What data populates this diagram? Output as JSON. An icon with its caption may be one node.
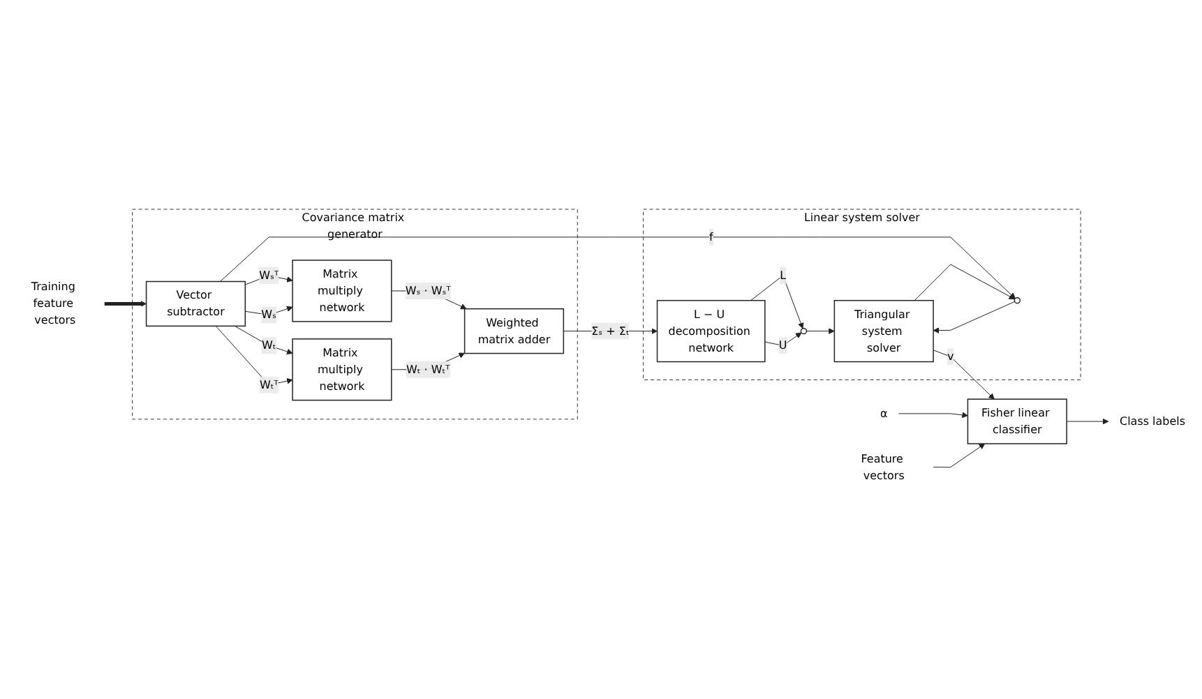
{
  "diagram": {
    "nodes": [
      {
        "text": [
          "Covariance matrix generator"
        ]
      },
      {
        "text": [
          "Training feature vectors"
        ]
      },
      {
        "text": [
          "Vector subtractor"
        ],
        "in": 0
      },
      {
        "text": [
          "Matrix multiply network"
        ],
        "in": 0
      },
      {
        "text": [
          "Matrix multiply network"
        ],
        "in": 0
      },
      {
        "text": [
          "Weighted matrix adder"
        ],
        "in": 0
      },
      {
        "text": [
          "Linear system solver"
        ]
      },
      {
        "text": [
          "L − U decomposition network"
        ],
        "in": 6
      },
      {
        "text": [],
        "shape": "circle",
        "in": 6
      },
      {
        "text": [],
        "shape": "circle",
        "in": 6
      },
      {
        "text": [
          "Triangular system solver"
        ],
        "in": 6
      },
      {
        "text": [
          "α"
        ]
      },
      {
        "text": [
          "Feature vectors"
        ]
      },
      {
        "text": [
          "Fisher linear classifier"
        ]
      },
      {
        "text": [
          "Class labels"
        ]
      }
    ],
    "edges": [
      {
        "from": 1,
        "to": 2,
        "arrow": "to",
        "style": "thick"
      },
      {
        "from": 2,
        "to": 3,
        "arrow": "to",
        "label": "Wₛᵀ"
      },
      {
        "from": 2,
        "to": 3,
        "arrow": "to",
        "label": "Wₛ"
      },
      {
        "from": 2,
        "to": 4,
        "arrow": "to",
        "label": "Wₜ"
      },
      {
        "from": 2,
        "to": 4,
        "arrow": "to",
        "label": "Wₜᵀ"
      },
      {
        "from": 3,
        "to": 5,
        "arrow": "to",
        "label": "Wₛ · Wₛᵀ"
      },
      {
        "from": 4,
        "to": 5,
        "arrow": "to",
        "label": "Wₜ · Wₜᵀ"
      },
      {
        "from": 5,
        "to": 7,
        "arrow": "to",
        "label": "Σₛ + Σₜ"
      },
      {
        "from": 7,
        "to": 8,
        "arrow": "to",
        "label": "L"
      },
      {
        "from": 7,
        "to": 8,
        "arrow": "to",
        "label": "U"
      },
      {
        "from": 8,
        "to": 10,
        "arrow": "to"
      },
      {
        "from": 2,
        "to": 9,
        "arrow": "to",
        "label": "f"
      },
      {
        "from": 10,
        "to": 9,
        "arrow": "to"
      },
      {
        "from": 9,
        "to": 10,
        "arrow": "to"
      },
      {
        "from": 11,
        "to": 13,
        "arrow": "to"
      },
      {
        "from": 12,
        "to": 13,
        "arrow": "to"
      },
      {
        "from": 10,
        "to": 13,
        "arrow": "to",
        "label": "v"
      },
      {
        "from": 13,
        "to": 14,
        "arrow": "to"
      }
    ]
  }
}
